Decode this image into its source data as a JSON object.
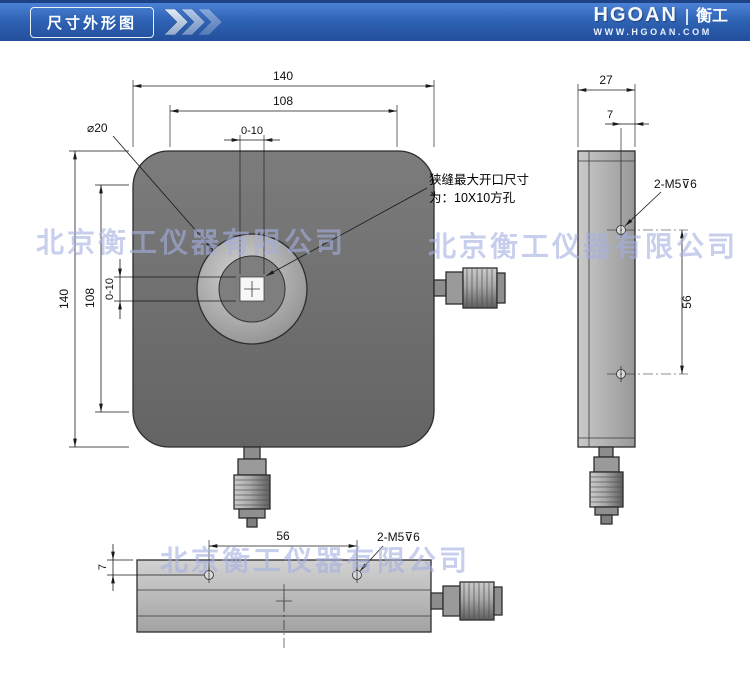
{
  "header": {
    "title": "尺寸外形图",
    "logo": {
      "name": "HGOAN",
      "cn": "衡工",
      "website": "WWW.HGOAN.COM"
    },
    "colors": {
      "bar_blue": "#2f63b4",
      "watermark": "#a5b0e2"
    }
  },
  "watermark": {
    "text": "北京衡工仪器有限公司"
  },
  "drawing": {
    "front": {
      "dim_width": "140",
      "dim_width_mid": "108",
      "dim_slit_h": "0-10",
      "dim_height": "140",
      "dim_height_mid": "108",
      "dim_slit_v": "0-10",
      "dia_label": "⌀20",
      "note_line1": "狭缝最大开口尺寸",
      "note_line2": "为：10X10方孔"
    },
    "side": {
      "dim_depth": "27",
      "dim_hole_offset": "7",
      "holes_label": "2-M5⊽6",
      "dim_hole_span": "56"
    },
    "bottom": {
      "dim_hole_span": "56",
      "dim_hole_offset": "7",
      "holes_label": "2-M5⊽6"
    }
  }
}
